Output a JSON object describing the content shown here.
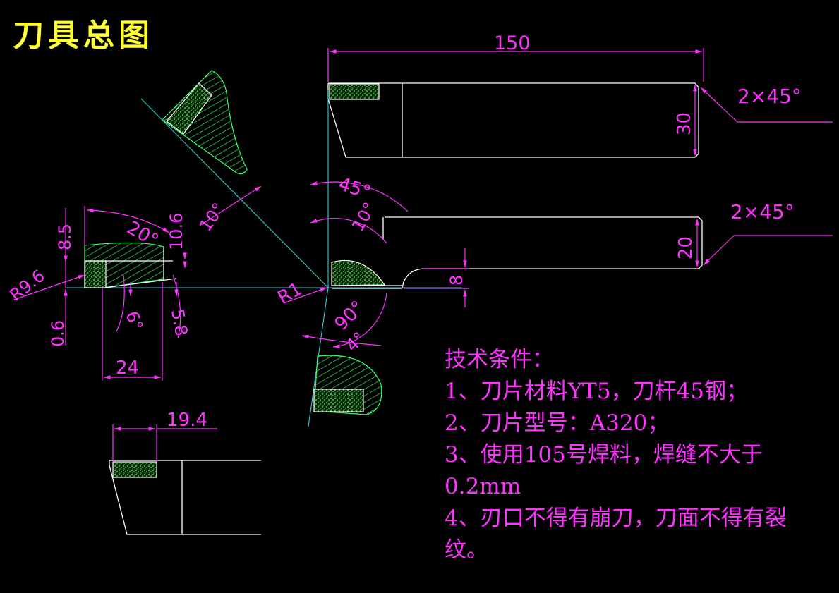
{
  "title": "刀具总图",
  "dimensions": {
    "length_150": "150",
    "chamfer_top": "2×45°",
    "height_30": "30",
    "chamfer_mid": "2×45°",
    "height_20": "20",
    "height_8": "8",
    "angle_45": "45°",
    "angle_10_right": "10°",
    "radius_r1": "R1",
    "angle_90": "90°",
    "angle_4": "4°",
    "angle_10_left": "10°",
    "dim_85": "8.5",
    "angle_20": "20°",
    "dim_106": "10.6",
    "radius_r96": "R9.6",
    "dim_06": "0.6",
    "angle_6": "6°",
    "angle_58": "5.8",
    "dim_24": "24",
    "dim_194": "19.4"
  },
  "notes": {
    "heading": "技术条件：",
    "line1": "1、刀片材料YT5，刀杆45钢；",
    "line2": "2、刀片型号：A320；",
    "line3": "3、使用105号焊料，焊缝不大于",
    "line3b": "0.2mm",
    "line4": "4、刃口不得有崩刀，刀面不得有裂",
    "line4b": "纹。"
  },
  "colors": {
    "outline": "#ffffff",
    "dimension": "#ff33ff",
    "center": "#33cccc",
    "hatch": "#33ff66",
    "title": "#ffff33"
  }
}
